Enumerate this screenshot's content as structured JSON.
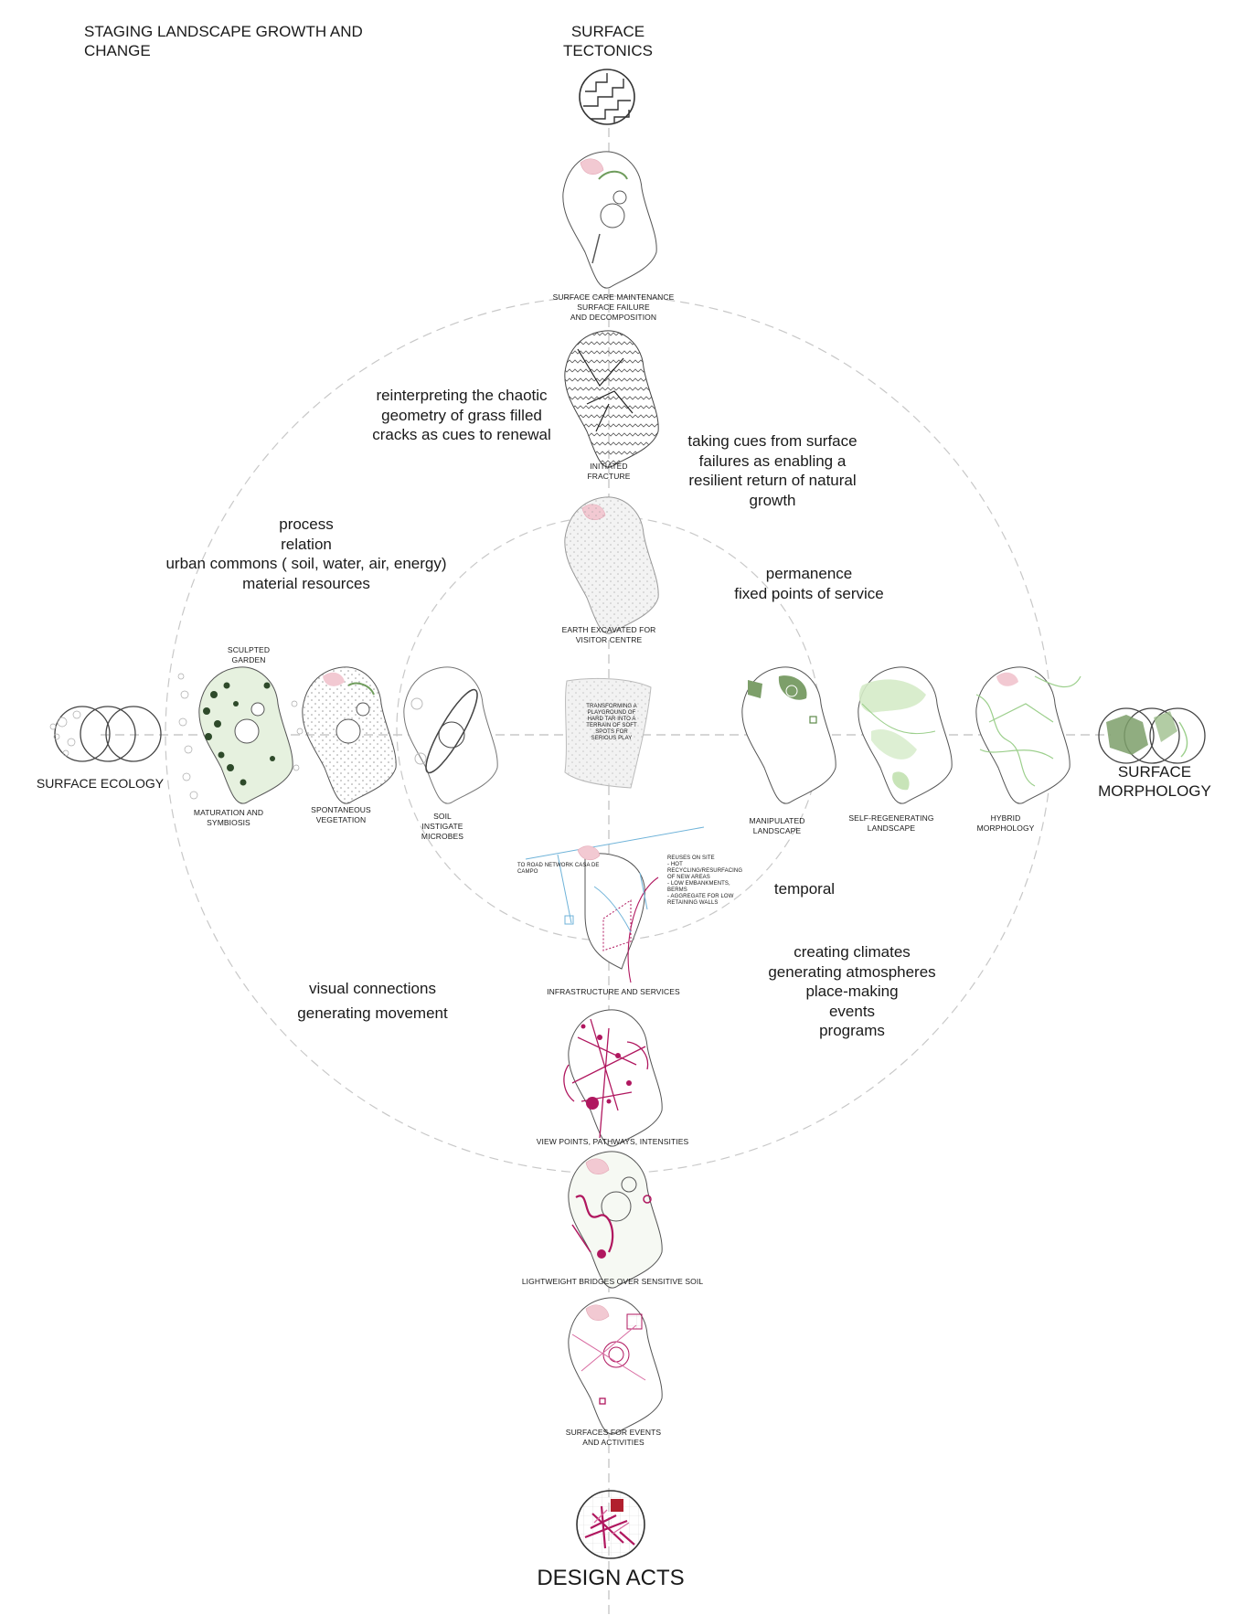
{
  "title": "STAGING LANDSCAPE GROWTH AND CHANGE",
  "axes": {
    "top": "SURFACE\nTECTONICS",
    "left": "SURFACE ECOLOGY",
    "right": "SURFACE\nMORPHOLOGY",
    "bottom": "DESIGN ACTS"
  },
  "notes": {
    "chaotic": "reinterpreting the chaotic\ngeometry of grass filled\ncracks as cues to renewal",
    "failures": "taking cues from surface\nfailures as enabling a\nresilient return of natural\ngrowth",
    "process": "process\nrelation\nurban commons  ( soil, water, air, energy)\nmaterial resources",
    "permanence": "permanence\nfixed points of service",
    "temporal": "temporal",
    "visual": "visual connections\ngenerating movement",
    "climates": "creating climates\ngenerating atmospheres\nplace-making\nevents\nprograms"
  },
  "stages": {
    "surface_care": "SURFACE CARE MAINTENANCE\nSURFACE FAILURE\nAND DECOMPOSITION",
    "initiated_fracture": "INITIATED\nFRACTURE",
    "earth_excavated": "EARTH EXCAVATED FOR\nVISITOR CENTRE",
    "transforming": "TRANSFORMING A\nPLAYGROUND OF\nHARD TAR INTO A\nTERRAIN OF SOFT\nSPOTS FOR\nSERIOUS PLAY",
    "sculpted_garden": "SCULPTED\nGARDEN",
    "maturation": "MATURATION AND\nSYMBIOSIS",
    "spontaneous": "SPONTANEOUS\nVEGETATION",
    "soil": "SOIL\nINSTIGATE\nMICROBES",
    "manipulated": "MANIPULATED\nLANDSCAPE",
    "self_regenerating": "SELF-REGENERATING\nLANDSCAPE",
    "hybrid": "HYBRID\nMORPHOLOGY",
    "infrastructure": "INFRASTRUCTURE AND SERVICES",
    "road_network": "TO ROAD NETWORK CASA DE\nCAMPO",
    "reuses": "REUSES ON SITE\n  -  HOT\n     RECYCLING/RESURFACING\n     OF NEW AREAS\n  -  LOW EMBANKMENTS,\n     BERMS\n  -  AGGREGATE FOR LOW\n     RETAINING WALLS",
    "viewpoints": "VIEW POINTS, PATHWAYS, INTENSITIES",
    "bridges": "LIGHTWEIGHT BRIDGES OVER SENSITIVE SOIL",
    "surfaces_events": "SURFACES FOR EVENTS\nAND ACTIVITIES"
  },
  "colors": {
    "magenta": "#b0175f",
    "green": "#5d8a4a",
    "light_green": "#9ccf8c",
    "pink": "#f2c9d2",
    "dashed": "#bdbdbd",
    "blue": "#6fb3d9"
  }
}
